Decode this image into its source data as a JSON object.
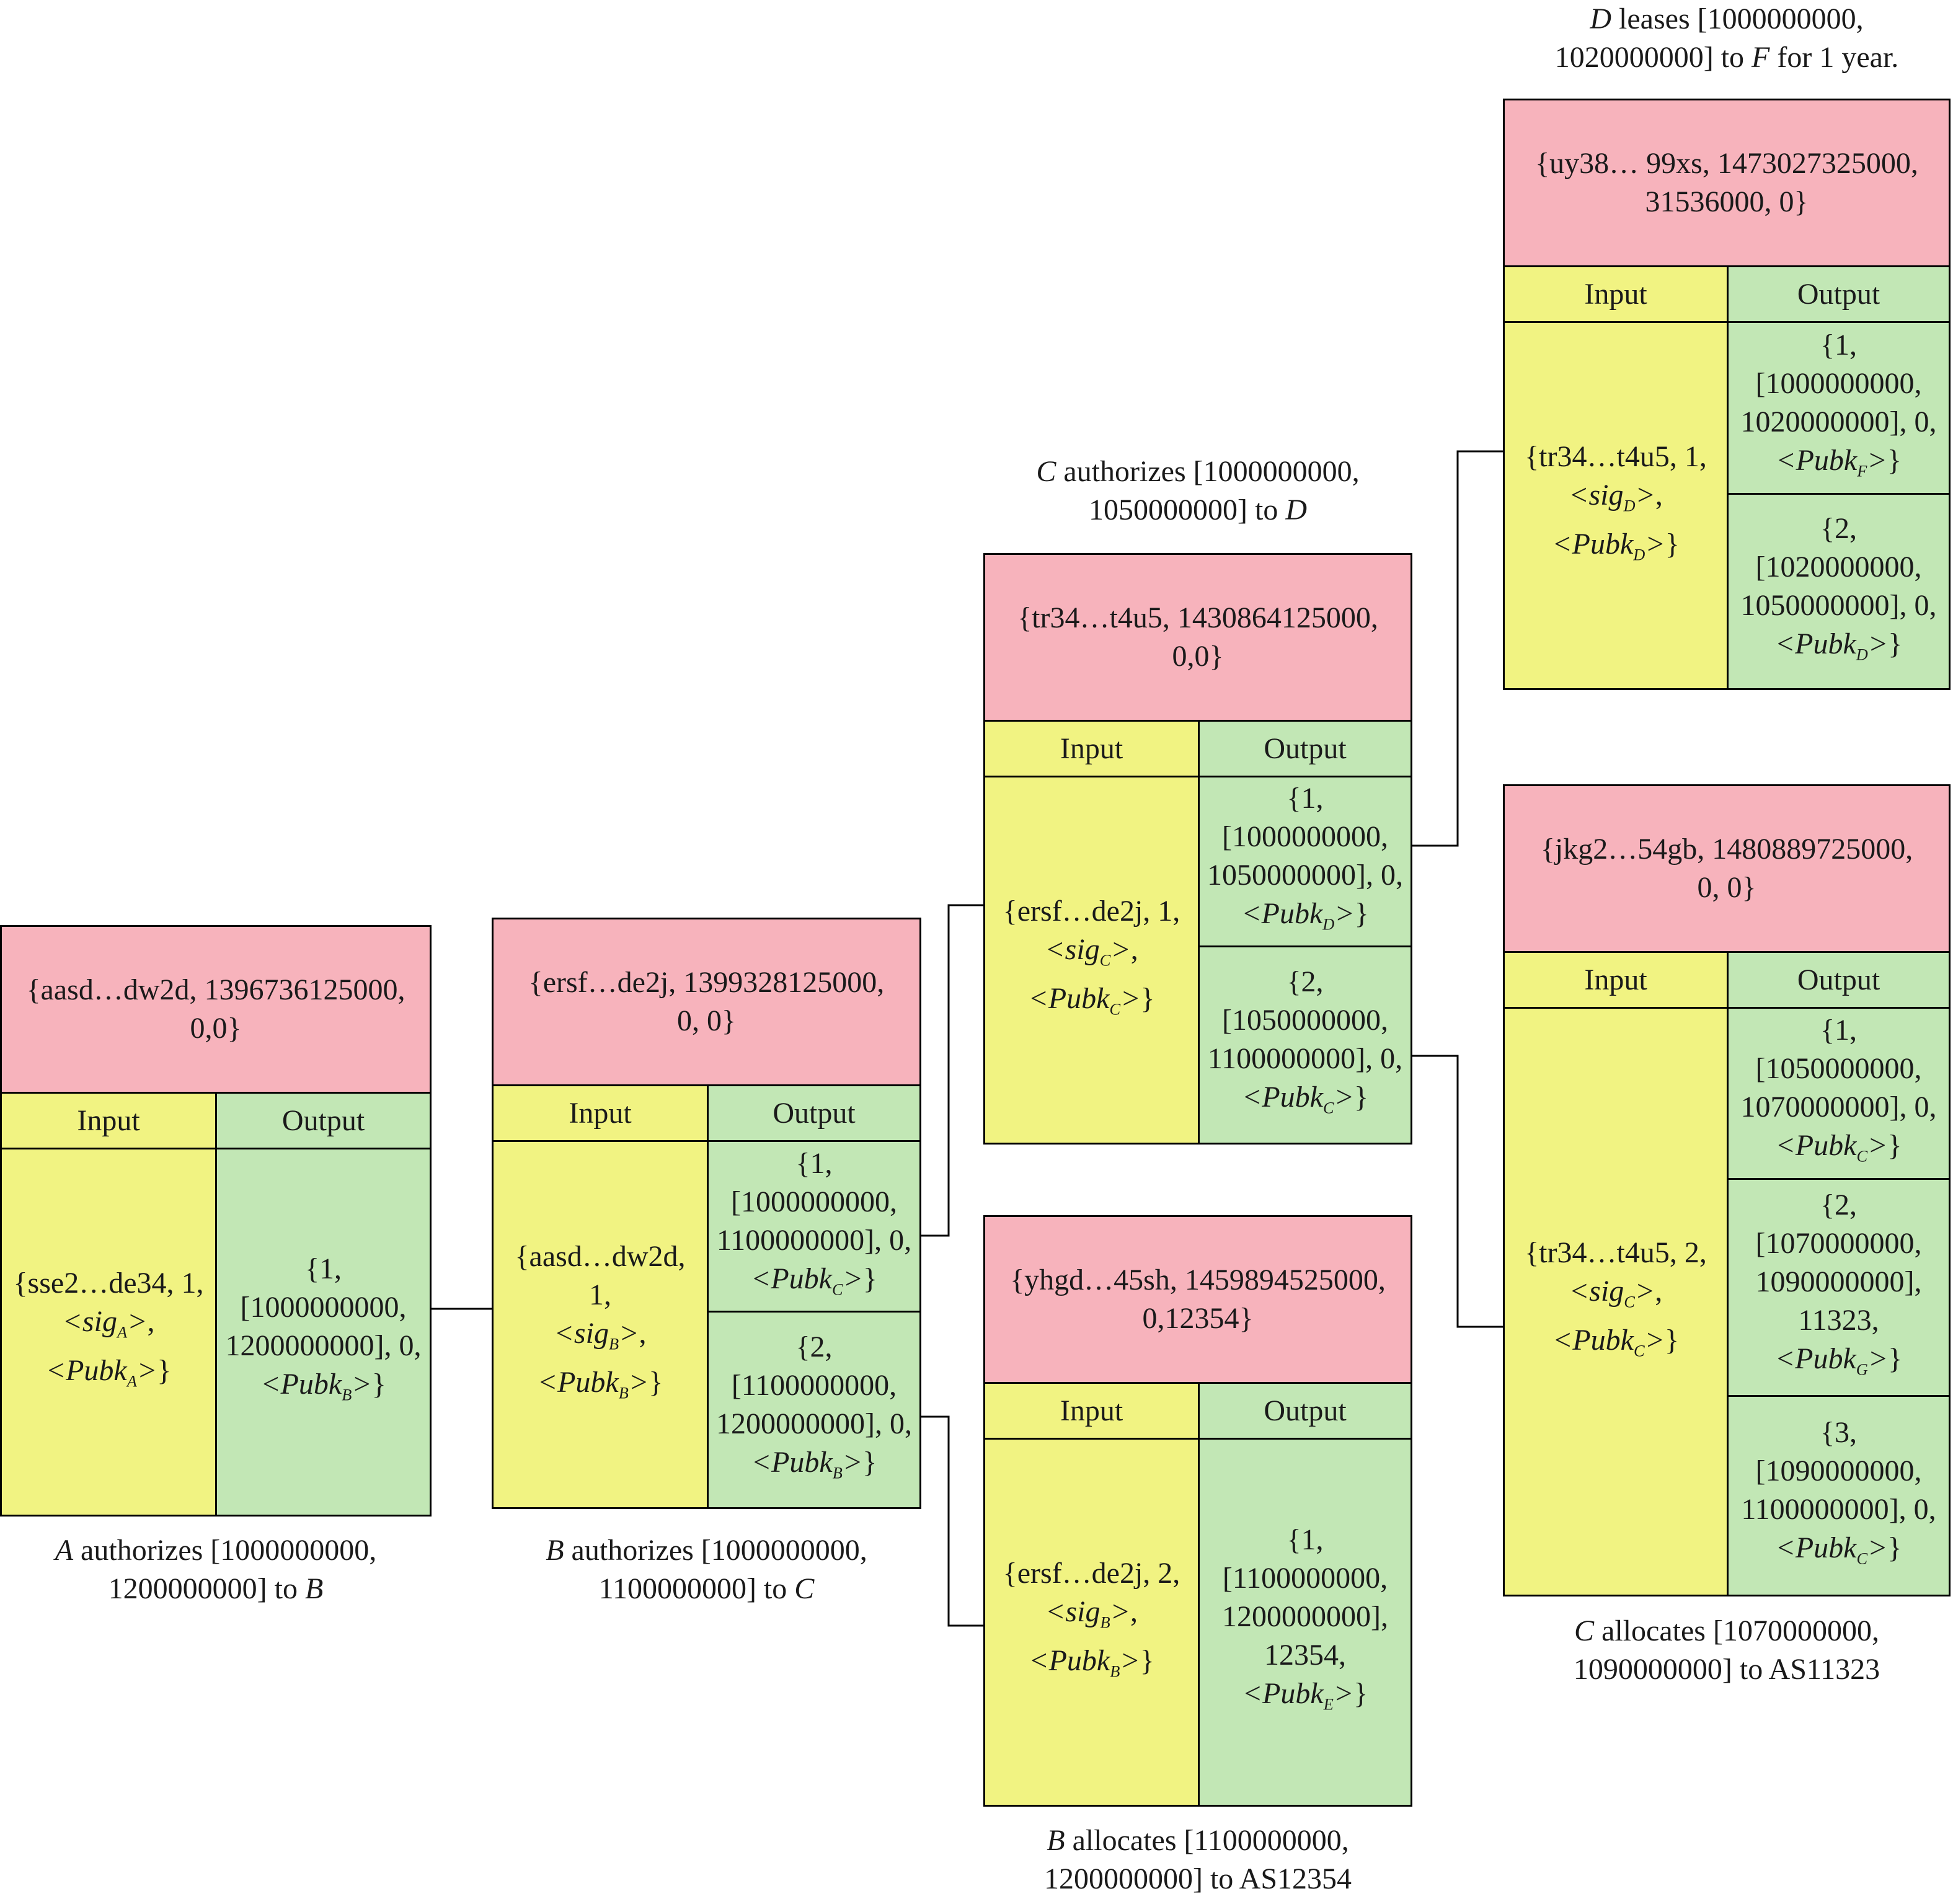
{
  "labels": {
    "input": "Input",
    "output": "Output"
  },
  "transactions": {
    "t1": {
      "header": "{aasd…dw2d, 1396736125000,\n0,0}",
      "input": "{sse2…de34, 1,\n<sig_A>,\n<Pubk_A>}",
      "outputs": [
        "{1,\n[1000000000,\n1200000000], 0,\n<Pubk_B>}"
      ],
      "caption": "A authorizes [1000000000,\n1200000000] to B"
    },
    "t2": {
      "header": "{ersf…de2j, 1399328125000,\n0, 0}",
      "input": "{aasd…dw2d,\n1,\n<sig_B>,\n<Pubk_B>}",
      "outputs": [
        "{1,\n[1000000000,\n1100000000], 0,\n<Pubk_C>}",
        "{2,\n[1100000000,\n1200000000], 0,\n<Pubk_B>}"
      ],
      "caption": "B authorizes [1000000000,\n1100000000] to C"
    },
    "t3": {
      "header": "{tr34…t4u5, 1430864125000,\n0,0}",
      "input": "{ersf…de2j, 1,\n<sig_C>,\n<Pubk_C>}",
      "outputs": [
        "{1,\n[1000000000,\n1050000000], 0,\n<Pubk_D>}",
        "{2,\n[1050000000,\n1100000000], 0,\n<Pubk_C>}"
      ],
      "caption": "C authorizes [1000000000,\n1050000000] to D"
    },
    "t4": {
      "header": "{yhgd…45sh, 1459894525000,\n0,12354}",
      "input": "{ersf…de2j, 2,\n<sig_B>,\n<Pubk_B>}",
      "outputs": [
        "{1,\n[1100000000,\n1200000000],\n12354,\n<Pubk_E>}"
      ],
      "caption": "B allocates [1100000000,\n1200000000] to AS12354"
    },
    "t5": {
      "header": "{uy38… 99xs, 1473027325000,\n31536000, 0}",
      "input": "{tr34…t4u5, 1,\n<sig_D>,\n<Pubk_D>}",
      "outputs": [
        "{1,\n[1000000000,\n1020000000], 0,\n<Pubk_F>}",
        "{2,\n[1020000000,\n1050000000], 0,\n<Pubk_D>}"
      ],
      "caption": "D leases [1000000000,\n1020000000] to F for 1 year."
    },
    "t6": {
      "header": "{jkg2…54gb, 1480889725000,\n0, 0}",
      "input": "{tr34…t4u5, 2,\n<sig_C>,\n<Pubk_C>}",
      "outputs": [
        "{1,\n[1050000000,\n1070000000], 0,\n<Pubk_C>}",
        "{2,\n[1070000000,\n1090000000],\n11323,\n<Pubk_G>}",
        "{3,\n[1090000000,\n1100000000], 0,\n<Pubk_C>}"
      ],
      "caption": "C allocates [1070000000,\n1090000000] to AS11323"
    }
  }
}
